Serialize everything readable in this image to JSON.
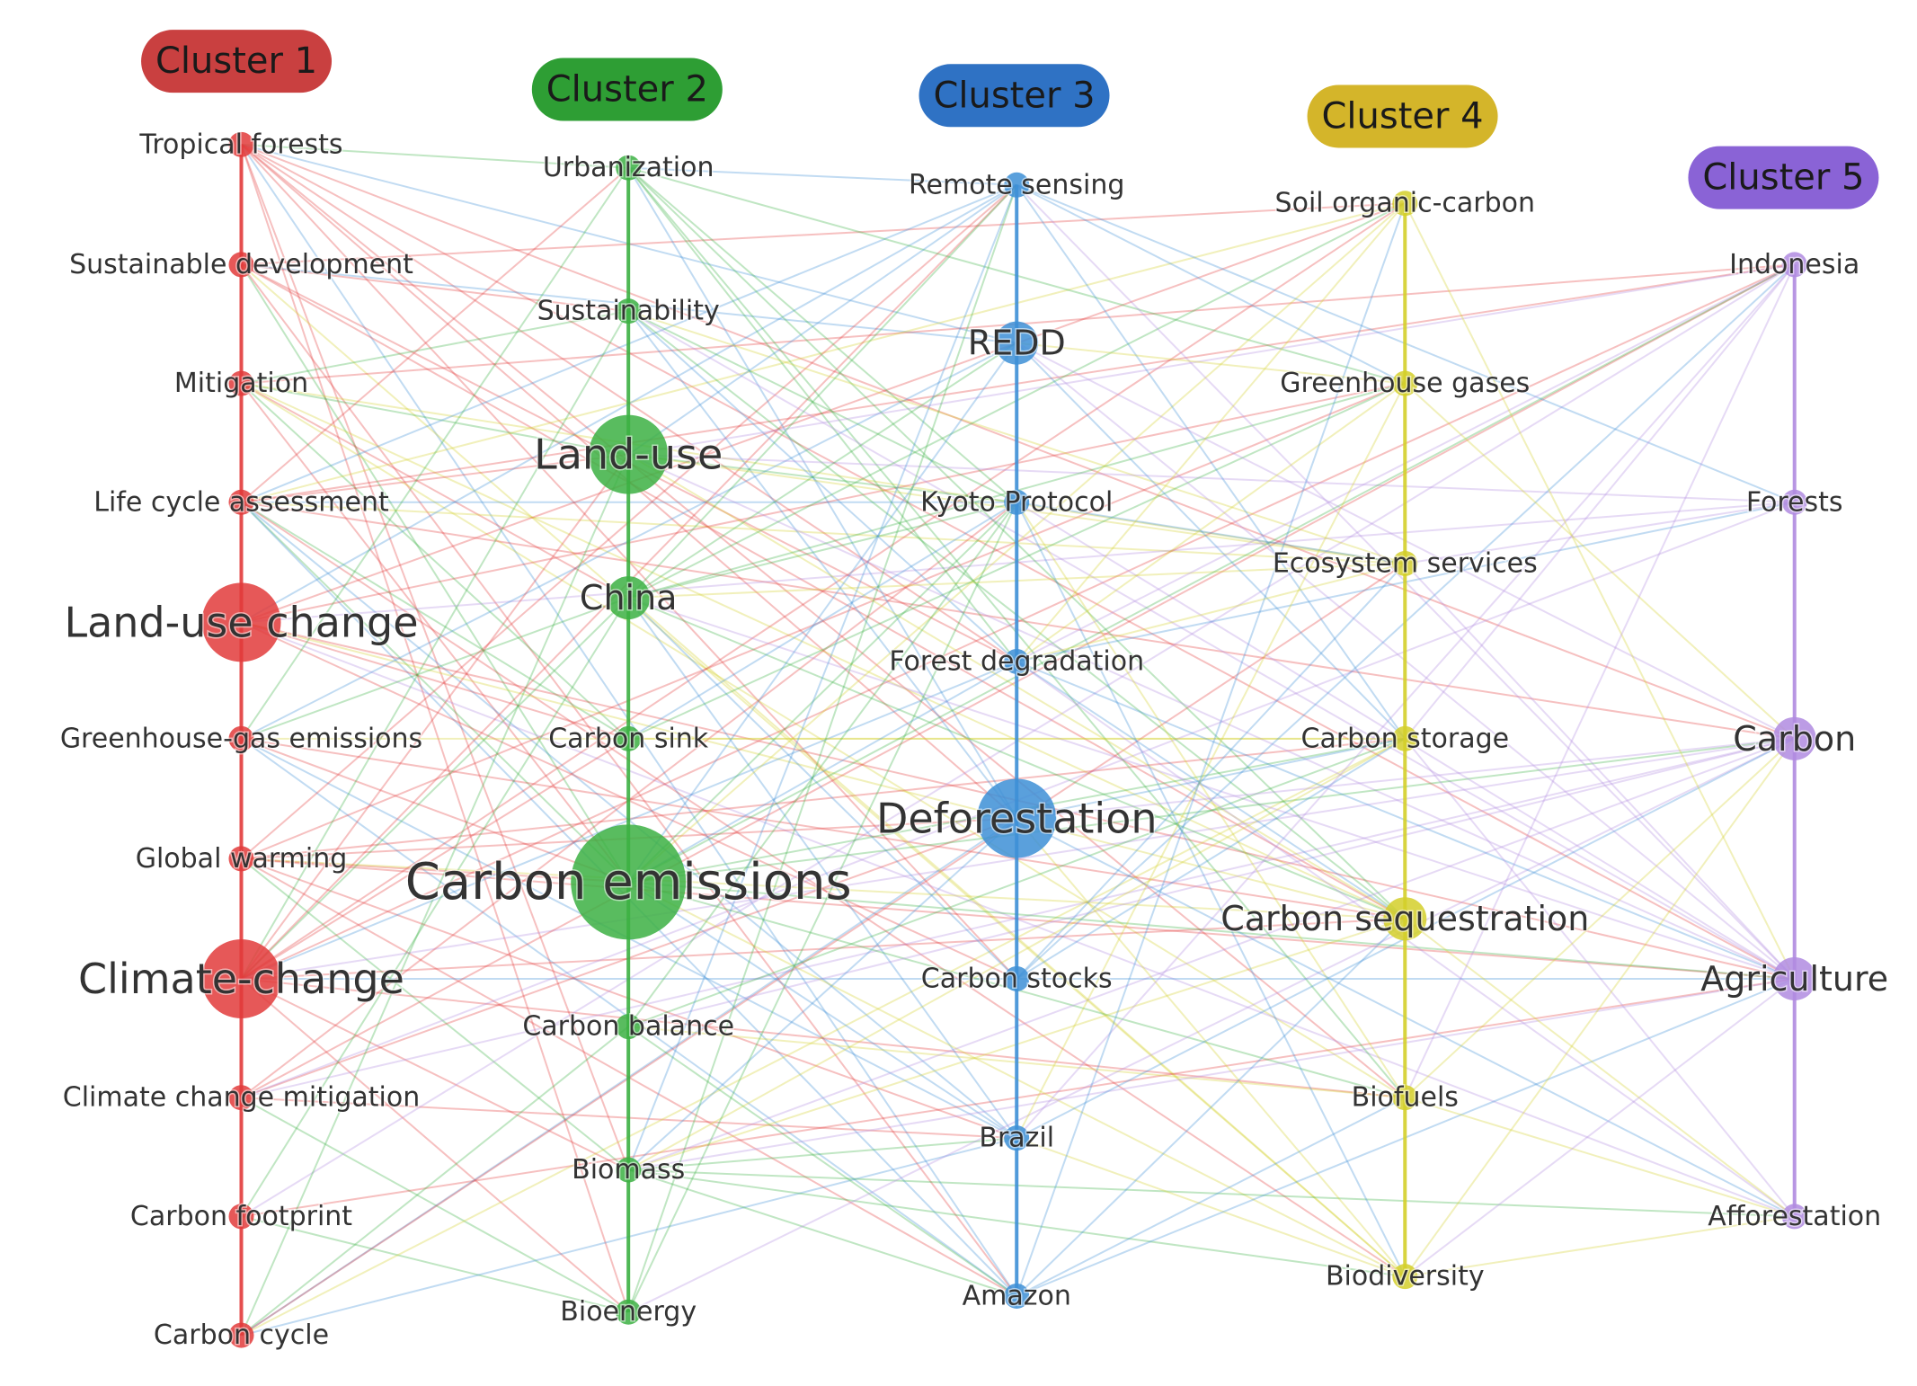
{
  "clusters": [
    {
      "id": 1,
      "label": "Cluster 1",
      "color": "#e23b3b",
      "pill": "#c94040",
      "nodes": [
        {
          "label": "Tropical forests",
          "weight": 1
        },
        {
          "label": "Sustainable development",
          "weight": 1
        },
        {
          "label": "Mitigation",
          "weight": 1
        },
        {
          "label": "Life cycle assessment",
          "weight": 1
        },
        {
          "label": "Land-use change",
          "weight": 3
        },
        {
          "label": "Greenhouse-gas emissions",
          "weight": 1
        },
        {
          "label": "Global warming",
          "weight": 1
        },
        {
          "label": "Climate-change",
          "weight": 3
        },
        {
          "label": "Climate change mitigation",
          "weight": 1
        },
        {
          "label": "Carbon footprint",
          "weight": 1
        },
        {
          "label": "Carbon cycle",
          "weight": 1
        }
      ]
    },
    {
      "id": 2,
      "label": "Cluster 2",
      "color": "#3cb043",
      "pill": "#2e9e34",
      "nodes": [
        {
          "label": "Urbanization",
          "weight": 1
        },
        {
          "label": "Sustainability",
          "weight": 1
        },
        {
          "label": "Land-use",
          "weight": 3
        },
        {
          "label": "China",
          "weight": 2
        },
        {
          "label": "Carbon sink",
          "weight": 1
        },
        {
          "label": "Carbon emissions",
          "weight": 4
        },
        {
          "label": "Carbon balance",
          "weight": 1
        },
        {
          "label": "Biomass",
          "weight": 1
        },
        {
          "label": "Bioenergy",
          "weight": 1
        }
      ]
    },
    {
      "id": 3,
      "label": "Cluster 3",
      "color": "#3d8fd6",
      "pill": "#2f72c4",
      "nodes": [
        {
          "label": "Remote sensing",
          "weight": 1
        },
        {
          "label": "REDD",
          "weight": 2
        },
        {
          "label": "Kyoto Protocol",
          "weight": 1
        },
        {
          "label": "Forest degradation",
          "weight": 1
        },
        {
          "label": "Deforestation",
          "weight": 3
        },
        {
          "label": "Carbon stocks",
          "weight": 1
        },
        {
          "label": "Brazil",
          "weight": 1
        },
        {
          "label": "Amazon",
          "weight": 1
        }
      ]
    },
    {
      "id": 4,
      "label": "Cluster 4",
      "color": "#d4cf2a",
      "pill": "#d4b52a",
      "nodes": [
        {
          "label": "Soil organic-carbon",
          "weight": 1
        },
        {
          "label": "Greenhouse gases",
          "weight": 1
        },
        {
          "label": "Ecosystem services",
          "weight": 1
        },
        {
          "label": "Carbon storage",
          "weight": 1
        },
        {
          "label": "Carbon sequestration",
          "weight": 2
        },
        {
          "label": "Biofuels",
          "weight": 1
        },
        {
          "label": "Biodiversity",
          "weight": 1
        }
      ]
    },
    {
      "id": 5,
      "label": "Cluster 5",
      "color": "#b08be0",
      "pill": "#8a63d6",
      "nodes": [
        {
          "label": "Indonesia",
          "weight": 1
        },
        {
          "label": "Forests",
          "weight": 1
        },
        {
          "label": "Carbon",
          "weight": 2
        },
        {
          "label": "Agriculture",
          "weight": 2
        },
        {
          "label": "Afforestation",
          "weight": 1
        }
      ]
    }
  ]
}
